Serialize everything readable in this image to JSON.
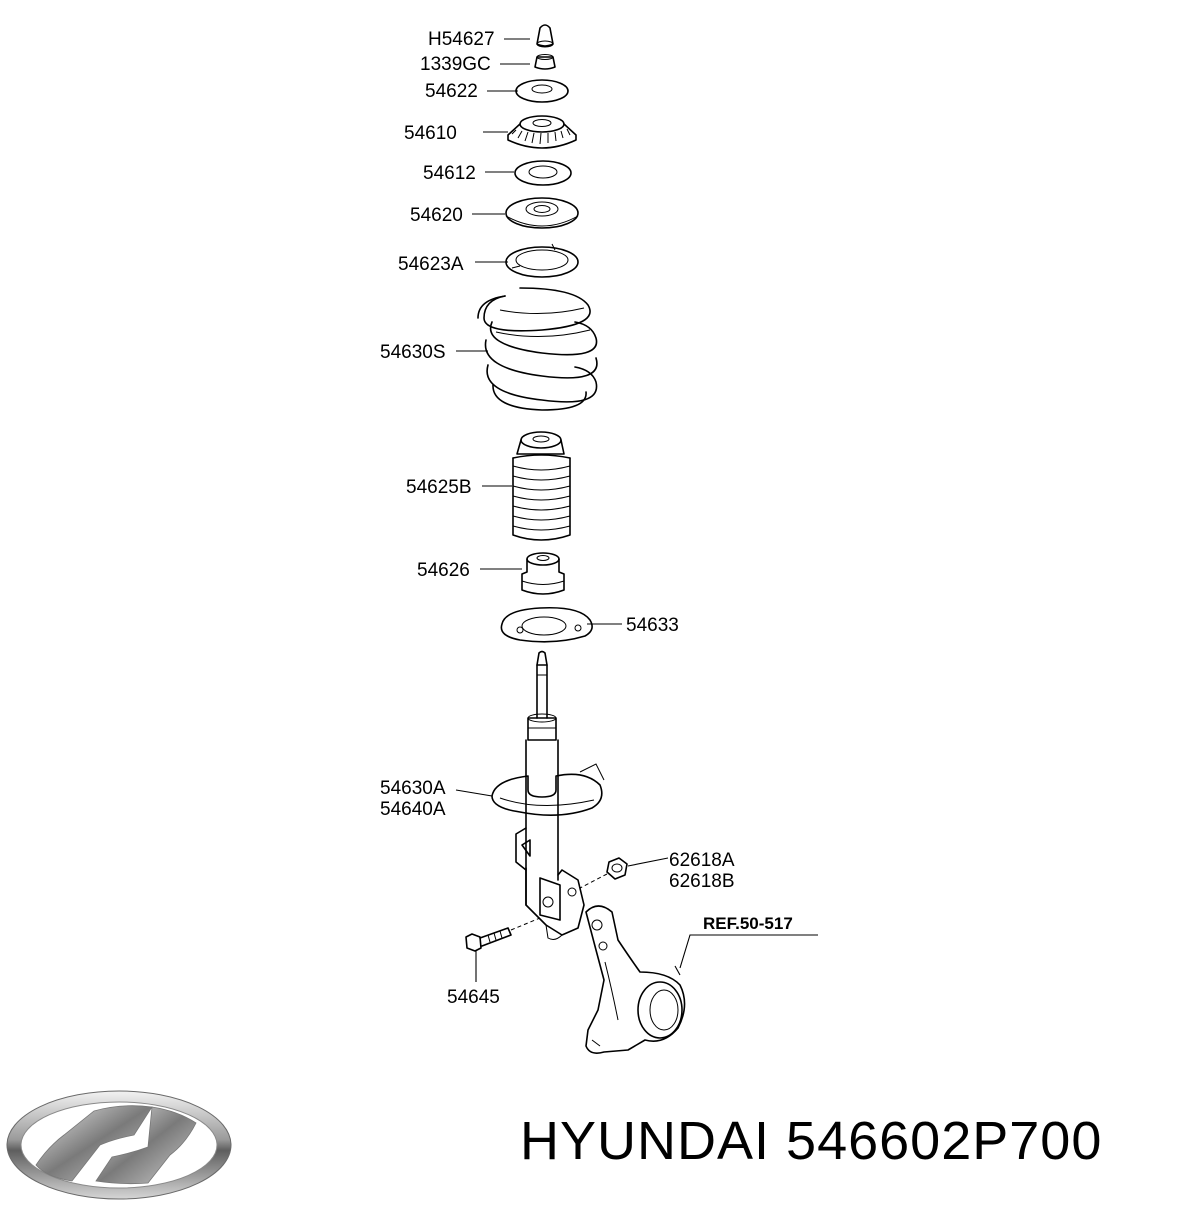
{
  "callouts": [
    {
      "id": "h54627",
      "text": "H54627"
    },
    {
      "id": "c1339gc",
      "text": "1339GC"
    },
    {
      "id": "c54622",
      "text": "54622"
    },
    {
      "id": "c54610",
      "text": "54610"
    },
    {
      "id": "c54612",
      "text": "54612"
    },
    {
      "id": "c54620",
      "text": "54620"
    },
    {
      "id": "c54623a",
      "text": "54623A"
    },
    {
      "id": "c54630s",
      "text": "54630S"
    },
    {
      "id": "c54625b",
      "text": "54625B"
    },
    {
      "id": "c54626",
      "text": "54626"
    },
    {
      "id": "c54633",
      "text": "54633"
    },
    {
      "id": "c54630a",
      "text": "54630A"
    },
    {
      "id": "c54640a",
      "text": "54640A"
    },
    {
      "id": "c62618a",
      "text": "62618A"
    },
    {
      "id": "c62618b",
      "text": "62618B"
    },
    {
      "id": "c54645",
      "text": "54645"
    }
  ],
  "reference": "REF.50-517",
  "footer": {
    "brand": "HYUNDAI",
    "part_number": "546602P700"
  },
  "icons": {
    "logo": "hyundai-logo-icon"
  }
}
